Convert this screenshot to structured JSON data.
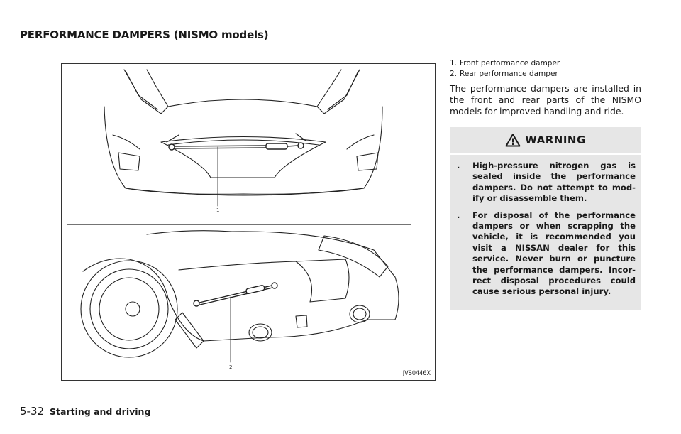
{
  "section_title": "PERFORMANCE DAMPERS (NISMO models)",
  "figure": {
    "code": "JVS0446X",
    "callout_1": "1",
    "callout_2": "2"
  },
  "legend": [
    {
      "num": "1.",
      "text": "Front performance damper"
    },
    {
      "num": "2.",
      "text": "Rear performance damper"
    }
  ],
  "paragraph": "The performance dampers are installed in the front and rear parts of the NISMO models for improved handling and ride.",
  "warning": {
    "title": "WARNING",
    "items": [
      "High-pressure nitrogen gas is sealed inside the performance dampers. Do not attempt to mod-ify or disassemble them.",
      "For disposal of the performance dampers or when scrapping the vehicle, it is recommended you visit a NISSAN dealer for this service. Never burn or puncture the performance dampers. Incor-rect disposal procedures could cause serious personal injury."
    ],
    "bullet": "."
  },
  "footer": {
    "page_number": "5-32",
    "chapter": "Starting and driving"
  },
  "colors": {
    "warning_bg": "#e6e6e6",
    "text": "#1a1a1a"
  }
}
